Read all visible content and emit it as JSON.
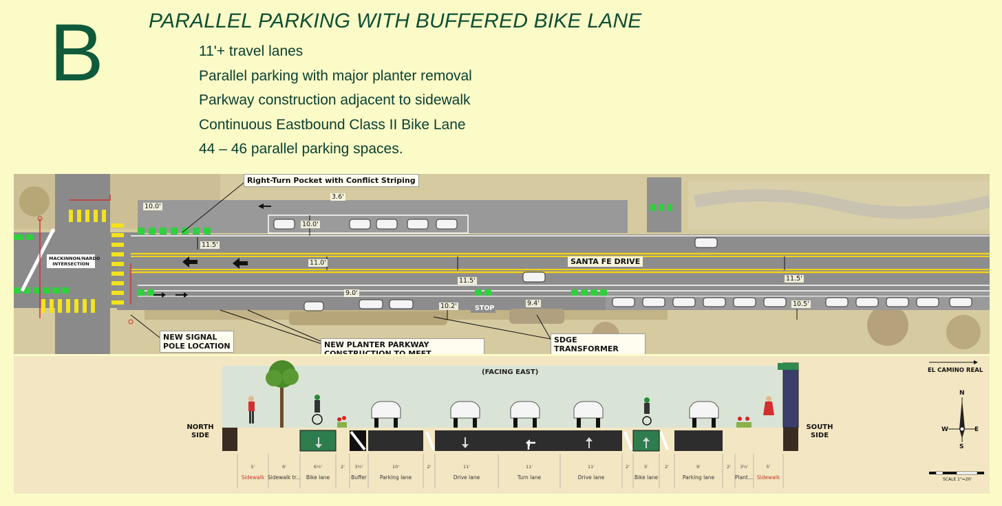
{
  "header": {
    "option_letter": "B",
    "title": "PARALLEL PARKING WITH BUFFERED BIKE LANE",
    "bullets": [
      "11'+ travel lanes",
      "Parallel parking with major planter removal",
      "Parkway construction adjacent to sidewalk",
      "Continuous Eastbound Class II Bike Lane",
      "44 – 46 parallel parking spaces."
    ]
  },
  "plan": {
    "street_name": "SANTA FE DRIVE",
    "intersection_label": "MACKINNON/NARDO INTERSECTION",
    "callouts": {
      "right_turn": "Right-Turn Pocket with Conflict Striping",
      "signal_pole": "NEW SIGNAL POLE LOCATION",
      "planter": "NEW PLANTER PARKWAY CONSTRUCTION TO MEET STORMWATER REQUIREMENTS.",
      "sdge": "SDGE TRANSFORMER RELOCATIONS"
    },
    "dimensions": [
      "10.0'",
      "3.6'",
      "10.0'",
      "11.5'",
      "11.0'",
      "11.5'",
      "9.0'",
      "10.2'",
      "9.4'",
      "11.5'",
      "10.5'"
    ],
    "stop_text": "STOP"
  },
  "section": {
    "facing": "(FACING EAST)",
    "north_side": "NORTH SIDE",
    "south_side": "SOUTH SIDE",
    "direction_label": "EL CAMINO REAL",
    "compass": {
      "n": "N",
      "s": "S",
      "e": "E",
      "w": "W"
    },
    "scale_text": "SCALE  1\"=20'",
    "segments": [
      {
        "width": "5'",
        "name": "Sidewalk"
      },
      {
        "width": "6'",
        "name": "Sidewalk tr..."
      },
      {
        "width": "6½'",
        "name": "Bike lane"
      },
      {
        "width": "2'",
        "name": ""
      },
      {
        "width": "3½'",
        "name": "Buffer"
      },
      {
        "width": "10'",
        "name": "Parking lane"
      },
      {
        "width": "2'",
        "name": ""
      },
      {
        "width": "11'",
        "name": "Drive lane"
      },
      {
        "width": "11'",
        "name": "Turn lane"
      },
      {
        "width": "11'",
        "name": "Drive lane"
      },
      {
        "width": "2'",
        "name": ""
      },
      {
        "width": "5'",
        "name": "Bike lane"
      },
      {
        "width": "2'",
        "name": ""
      },
      {
        "width": "9'",
        "name": "Parking lane"
      },
      {
        "width": "2'",
        "name": ""
      },
      {
        "width": "3½'",
        "name": "Plant..."
      },
      {
        "width": "5'",
        "name": "Sidewalk"
      }
    ],
    "colors": {
      "sidewalk_label": "#c0392b",
      "bike_lane": "#2e7d4f",
      "asphalt": "#2d2d2d",
      "sky": "#d9e4d6"
    }
  }
}
